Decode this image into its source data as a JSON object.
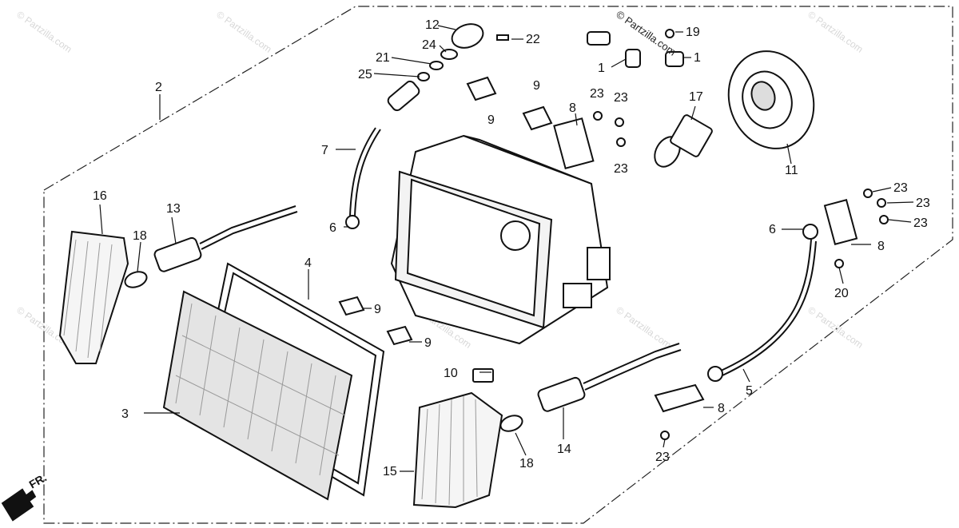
{
  "watermark": "© Partzilla.com",
  "copyright": "© Partzilla.com",
  "direction_label": "FR.",
  "callouts": [
    "12",
    "24",
    "22",
    "21",
    "25",
    "19",
    "1",
    "1",
    "9",
    "9",
    "23",
    "23",
    "8",
    "17",
    "11",
    "2",
    "7",
    "23",
    "6",
    "16",
    "13",
    "18",
    "4",
    "9",
    "9",
    "23",
    "23",
    "23",
    "6",
    "8",
    "20",
    "10",
    "5",
    "3",
    "8",
    "14",
    "18",
    "15",
    "23"
  ]
}
